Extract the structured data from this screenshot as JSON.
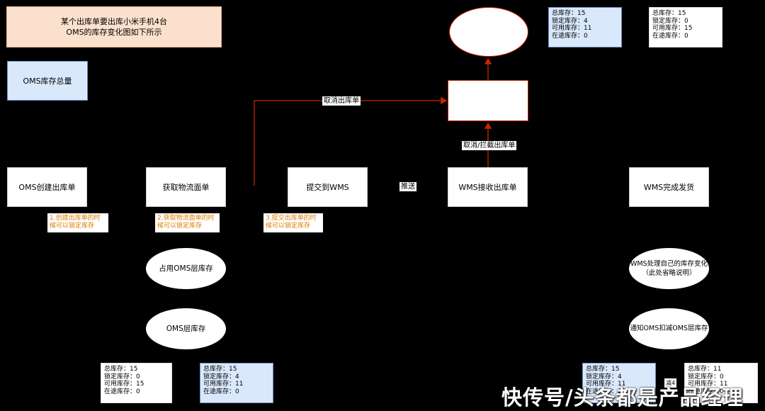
{
  "title": {
    "line1": "某个出库单要出库小米手机4台",
    "line2": "OMS的库存变化图如下所示"
  },
  "legend": {
    "label": "OMS库存总量"
  },
  "nodes": {
    "create": "OMS创建出库单",
    "waybill": "获取物流面单",
    "submit": "提交到WMS",
    "receive": "WMS接收出库单",
    "ship": "WMS完成发货"
  },
  "notes": {
    "n1": [
      "1.创建出库单的时",
      "候可以锁定库存"
    ],
    "n2": [
      "2.获取物流面单的时",
      "候可以锁定库存"
    ],
    "n3": [
      "3.提交出库单的时",
      "候可以锁定库存"
    ]
  },
  "ellipses": {
    "occupy": "占用OMS层库存",
    "omsStock": "OMS层库存",
    "wmsChange": [
      "WMS处理自己的库存变化",
      "（此处省略说明）"
    ],
    "notify": "通知OMS扣减OMS层库存"
  },
  "edges": {
    "cancel": "取消出库单",
    "cancelIntercept": "取消/拦截出库单",
    "push": "推送",
    "partial": "减4"
  },
  "stocks": {
    "topBlue": [
      "总库存：15",
      "锁定库存：4",
      "可用库存：11",
      "在途库存：0"
    ],
    "topWhite": [
      "总库存：15",
      "锁定库存：0",
      "可用库存：15",
      "在途库存：0"
    ],
    "bottom1": [
      "总库存：15",
      "锁定库存：0",
      "可用库存：15",
      "在途库存：0"
    ],
    "bottom2": [
      "总库存：15",
      "锁定库存：4",
      "可用库存：11",
      "在途库存：0"
    ],
    "bottom3": [
      "总库存：15",
      "锁定库存：4",
      "可用库存：11",
      "在途库存：0"
    ],
    "bottom4": [
      "总库存：11",
      "锁定库存：0",
      "可用库存：11",
      "在途库存：0"
    ]
  },
  "watermark": "快传号/头条都是产品经理",
  "colors": {
    "arrow": "#cc2200",
    "noteText": "#e07b00",
    "blueFill": "#dae8fc",
    "titleFill": "#fbe1cd"
  }
}
